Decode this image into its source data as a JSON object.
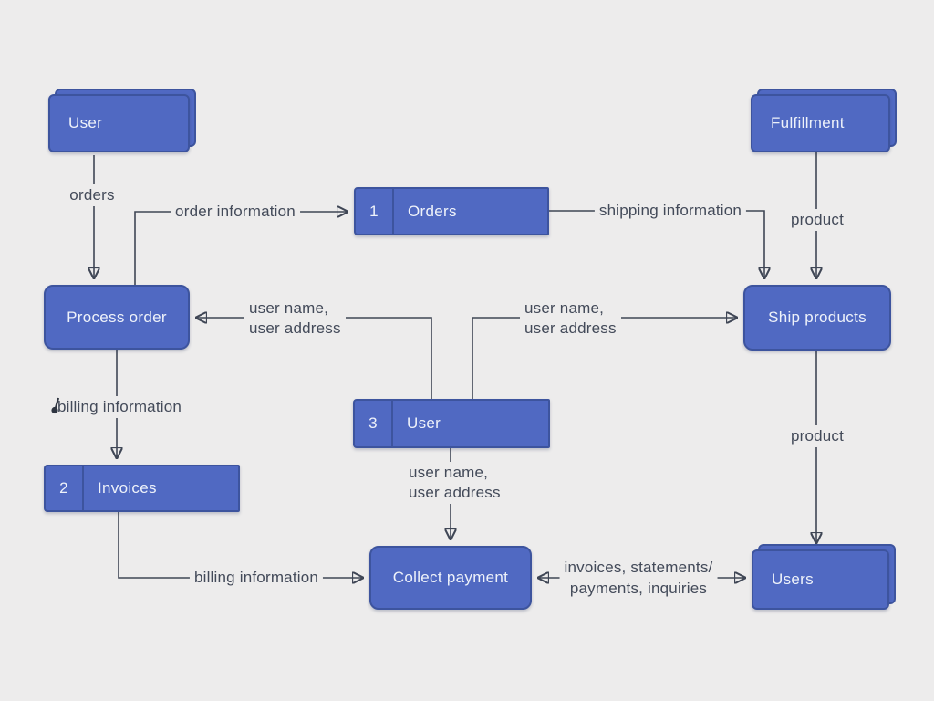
{
  "diagram_title": "order processing data flow diagram",
  "colors": {
    "background": "#edecec",
    "node_fill": "#5069c2",
    "node_border": "#3d549e",
    "node_text": "#eef2fa",
    "line": "#3f4655",
    "label_text": "#434a59"
  },
  "nodes": {
    "user_entity": {
      "type": "external-entity",
      "label": "User"
    },
    "fulfillment_entity": {
      "type": "external-entity",
      "label": "Fulfillment"
    },
    "users_entity": {
      "type": "external-entity",
      "label": "Users"
    },
    "orders_store": {
      "type": "data-store",
      "number": "1",
      "label": "Orders"
    },
    "user_store": {
      "type": "data-store",
      "number": "3",
      "label": "User"
    },
    "invoices_store": {
      "type": "data-store",
      "number": "2",
      "label": "Invoices"
    },
    "process_order": {
      "type": "process",
      "label": "Process order"
    },
    "ship_products": {
      "type": "process",
      "label": "Ship products"
    },
    "collect_payment": {
      "type": "process",
      "label": "Collect payment"
    }
  },
  "edges": {
    "orders": {
      "label": "orders"
    },
    "order_information": {
      "label": "order information"
    },
    "shipping_information": {
      "label": "shipping information"
    },
    "product_top": {
      "label": "product"
    },
    "product_bottom": {
      "label": "product"
    },
    "billing_top": {
      "label": "billing information"
    },
    "billing_bottom": {
      "label": "billing information"
    },
    "user_to_process": {
      "line1": "user name,",
      "line2": "user address"
    },
    "user_to_ship": {
      "line1": "user name,",
      "line2": "user address"
    },
    "user_to_collect": {
      "line1": "user name,",
      "line2": "user address"
    },
    "collect_users": {
      "line1": "invoices, statements/",
      "line2": "payments, inquiries"
    }
  }
}
